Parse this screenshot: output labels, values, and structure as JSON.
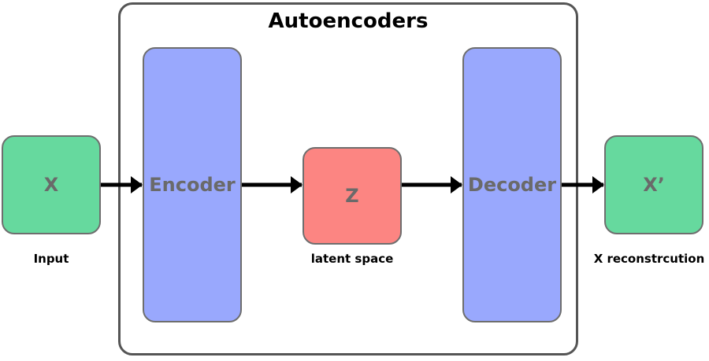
{
  "diagram": {
    "title": "Autoencoders",
    "input_box": {
      "label": "X",
      "caption": "Input"
    },
    "encoder_box": {
      "label": "Encoder"
    },
    "latent_box": {
      "label": "Z",
      "caption": "latent space"
    },
    "decoder_box": {
      "label": "Decoder"
    },
    "output_box": {
      "label": "X’",
      "caption": "X reconstrcution"
    },
    "edges": [
      {
        "from": "input_box",
        "to": "encoder_box"
      },
      {
        "from": "encoder_box",
        "to": "latent_box"
      },
      {
        "from": "latent_box",
        "to": "decoder_box"
      },
      {
        "from": "decoder_box",
        "to": "output_box"
      }
    ]
  },
  "colors": {
    "io_green": "#66d99e",
    "block_blue": "#99a8fd",
    "latent_red": "#fc8582",
    "frame_border": "#555555",
    "arrow": "#000000"
  }
}
